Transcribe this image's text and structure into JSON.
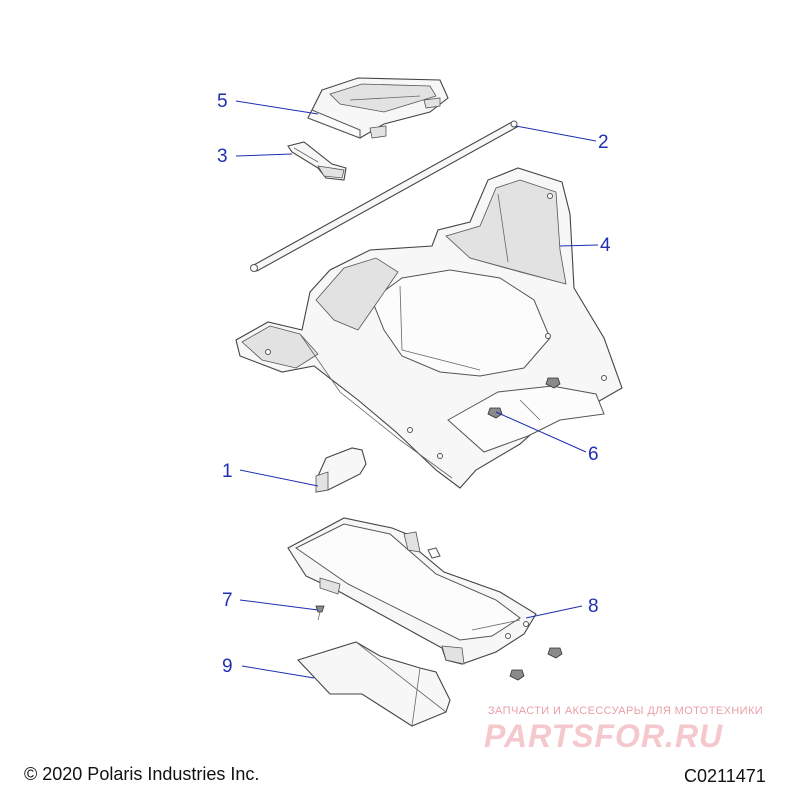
{
  "callouts": [
    {
      "id": "1",
      "label": "1"
    },
    {
      "id": "2",
      "label": "2"
    },
    {
      "id": "3",
      "label": "3"
    },
    {
      "id": "4",
      "label": "4"
    },
    {
      "id": "5",
      "label": "5"
    },
    {
      "id": "6",
      "label": "6"
    },
    {
      "id": "7",
      "label": "7"
    },
    {
      "id": "8",
      "label": "8"
    },
    {
      "id": "9",
      "label": "9"
    }
  ],
  "footer": {
    "copyright": "© 2020 Polaris Industries Inc.",
    "diagram_code": "C0211471"
  },
  "watermark": {
    "tagline": "ЗАПЧАСТИ И АКСЕССУАРЫ ДЛЯ МОТОТЕХНИКИ",
    "logo": "PARTSFOR.RU"
  },
  "colors": {
    "callout_text": "#1f2fb0",
    "line_art": "#444444",
    "watermark": "#e9a0a6"
  }
}
